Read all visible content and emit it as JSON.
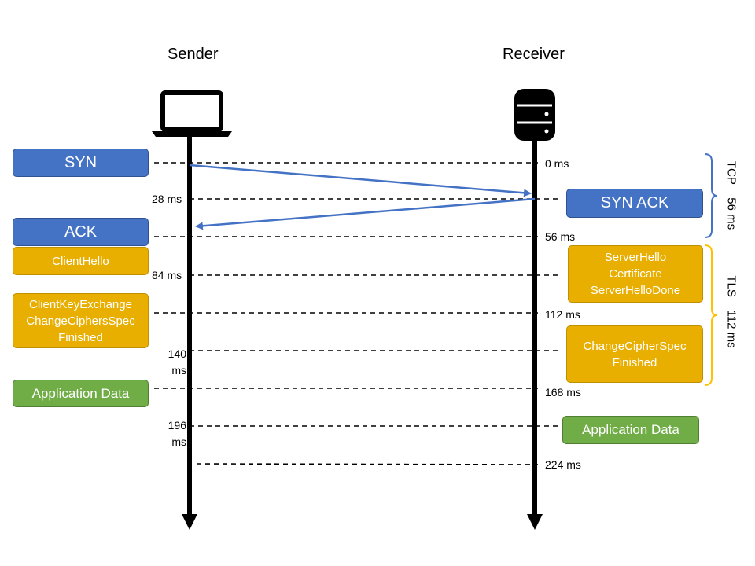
{
  "participants": {
    "sender": "Sender",
    "receiver": "Receiver"
  },
  "messages": {
    "syn": "SYN",
    "ack": "ACK",
    "client_hello": "ClientHello",
    "client_key_exchange": "ClientKeyExchange\nChangeCiphersSpec\nFinished",
    "app_data_sender": "Application Data",
    "syn_ack": "SYN ACK",
    "server_hello": "ServerHello\nCertificate\nServerHelloDone",
    "change_cipher_spec": "ChangeCipherSpec\nFinished",
    "app_data_receiver": "Application Data"
  },
  "times": {
    "t0": "0 ms",
    "t28": "28 ms",
    "t56": "56 ms",
    "t84": "84 ms",
    "t112": "112 ms",
    "t140": "140\nms",
    "t168": "168 ms",
    "t196": "196\nms",
    "t224": "224 ms"
  },
  "phases": {
    "tcp": "TCP – 56 ms",
    "tls": "TLS – 112 ms"
  },
  "colors": {
    "tcp_box": "#4472c4",
    "tls_box": "#e8ae00",
    "data_box": "#70ad47",
    "tcp_bracket": "#4472c4",
    "tls_bracket": "#ffc000"
  },
  "icons": {
    "sender": "laptop-icon",
    "receiver": "database-icon"
  }
}
